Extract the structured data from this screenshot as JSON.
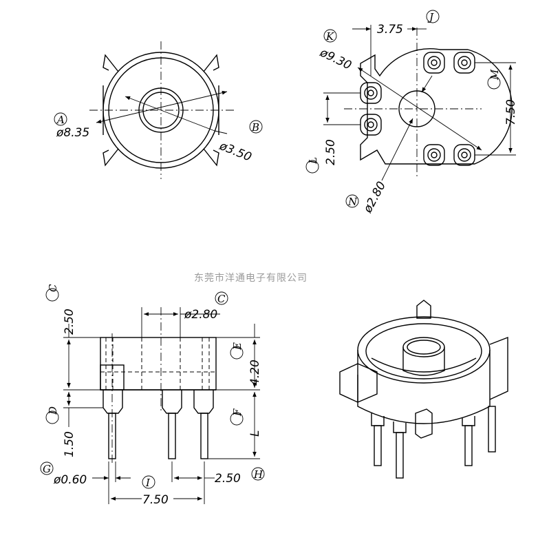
{
  "company": "东莞市洋通电子有限公司",
  "top_left_view": {
    "label_a": "A",
    "dim_a": "ø8.35",
    "label_b": "B",
    "dim_b": "ø3.50"
  },
  "top_right_view": {
    "label_j": "J",
    "dim_j": "3.75",
    "label_k": "K",
    "dim_k": "ø9.30",
    "label_m": "M",
    "dim_m": "7.50",
    "label_l": "L",
    "dim_l": "2.50",
    "label_n": "N",
    "dim_n": "ø2.80"
  },
  "front_view": {
    "label_c_left": "C",
    "dim_c_left": "2.50",
    "label_c_top": "C",
    "dim_c_top": "ø2.80",
    "label_e": "E",
    "dim_e": "4.20",
    "label_d": "D",
    "dim_d": "1.50",
    "label_f": "F",
    "dim_f": "L",
    "label_g": "G",
    "dim_g": "ø0.60",
    "label_i": "I",
    "dim_i": "7.50",
    "label_h": "H",
    "dim_h": "2.50"
  }
}
